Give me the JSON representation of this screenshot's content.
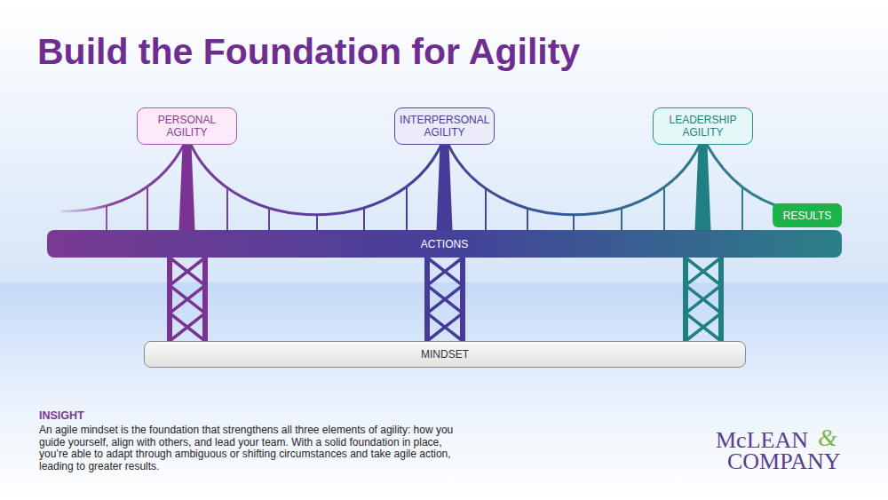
{
  "diagram": {
    "title": "Build the Foundation for Agility",
    "nodes": [
      {
        "text": [
          "PERSONAL AGILITY"
        ]
      },
      {
        "text": [
          "INTERPERSONAL AGILITY"
        ]
      },
      {
        "text": [
          "LEADERSHIP AGILITY"
        ]
      },
      {
        "text": [
          "RESULTS"
        ]
      },
      {
        "text": [
          "ACTIONS"
        ]
      },
      {
        "text": [
          "MINDSET"
        ]
      }
    ],
    "edges": [
      {
        "from": 0,
        "to": 4,
        "arrow": "none"
      },
      {
        "from": 1,
        "to": 4,
        "arrow": "none"
      },
      {
        "from": 2,
        "to": 4,
        "arrow": "none"
      },
      {
        "from": 4,
        "to": 5,
        "arrow": "none"
      },
      {
        "from": 4,
        "to": 5,
        "arrow": "none"
      },
      {
        "from": 4,
        "to": 5,
        "arrow": "none"
      }
    ],
    "labels": [
      "INSIGHT",
      "An agile mindset is the foundation that strengthens all three elements of agility: how you guide yourself, align with others, and lead your team. With a solid foundation in place, you’re able to adapt through ambiguous or shifting circumstances and take agile action, leading to greater results.",
      "McLEAN",
      "&",
      "COMPANY"
    ]
  }
}
